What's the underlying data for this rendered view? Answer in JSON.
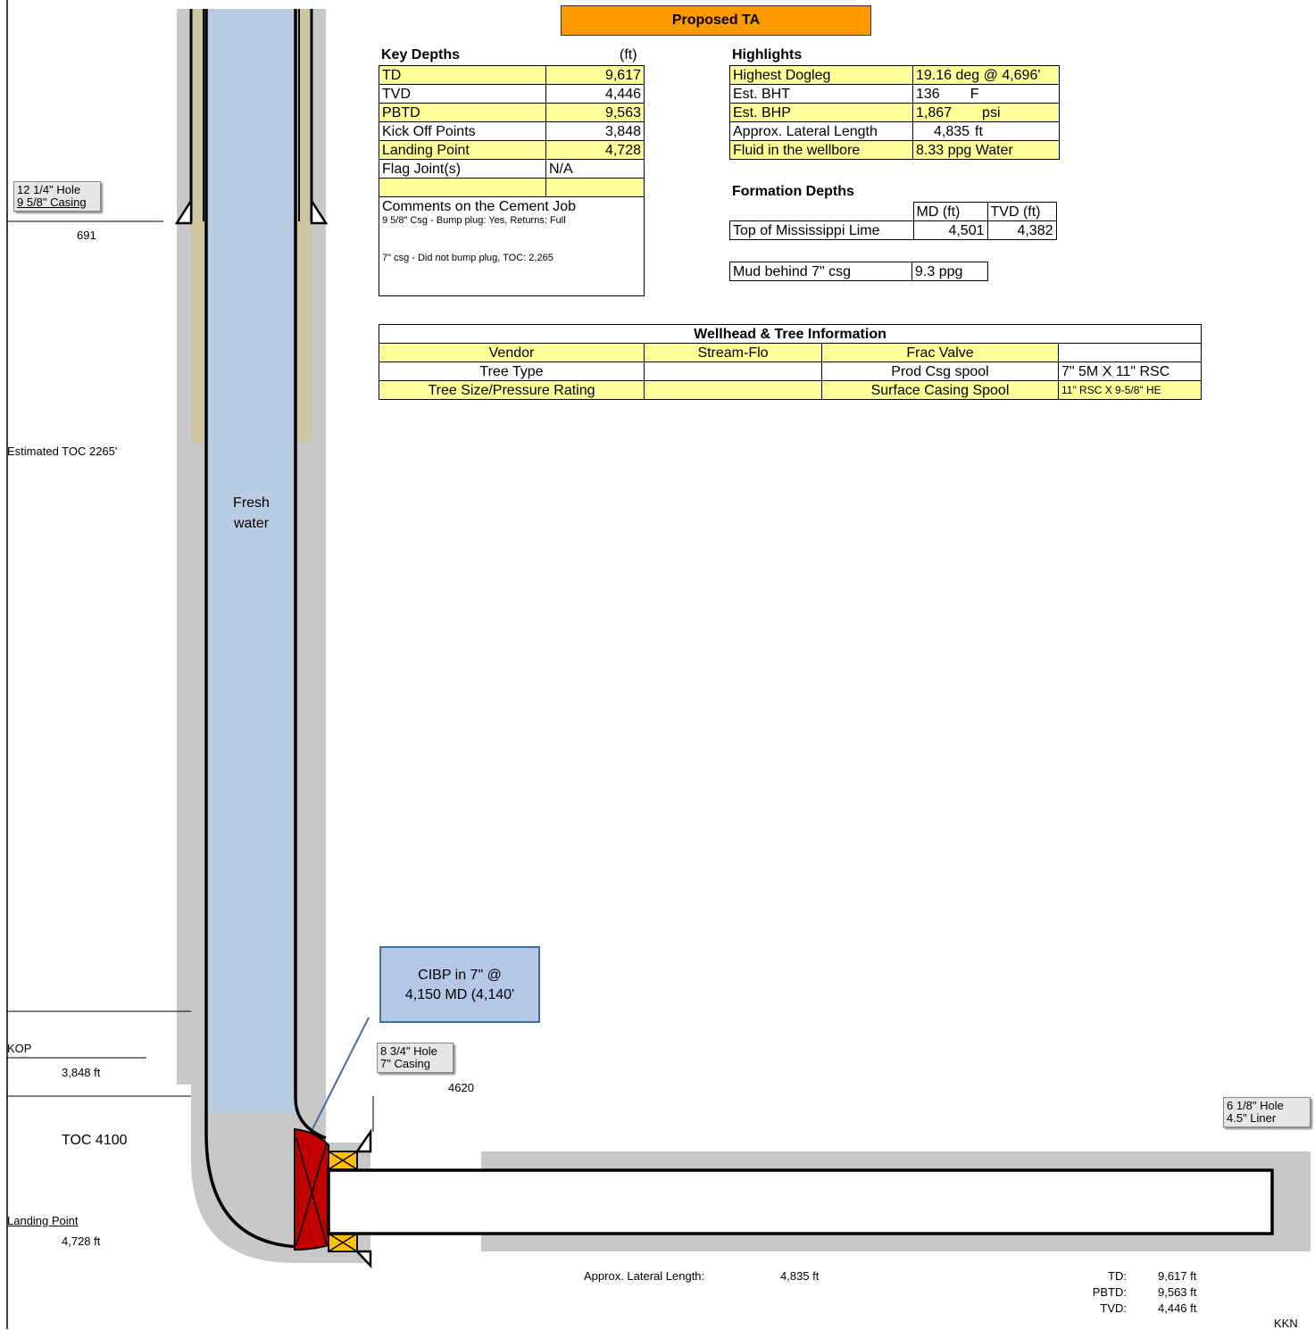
{
  "title": "Proposed TA",
  "key_depths": {
    "heading": "Key Depths",
    "unit": "(ft)",
    "rows": [
      {
        "label": "TD",
        "value": "9,617"
      },
      {
        "label": "TVD",
        "value": "4,446"
      },
      {
        "label": "PBTD",
        "value": "9,563"
      },
      {
        "label": "Kick Off Points",
        "value": "3,848"
      },
      {
        "label": "Landing Point",
        "value": "4,728"
      },
      {
        "label": "Flag Joint(s)",
        "value": "N/A"
      }
    ],
    "comments_heading": "Comments on the Cement Job",
    "comment_1": "9 5/8\" Csg - Bump plug: Yes, Returns: Full",
    "comment_2": "7\" csg - Did not bump plug, TOC: 2,265"
  },
  "highlights": {
    "heading": "Highlights",
    "rows": [
      {
        "label": "Highest Dogleg",
        "value": "19.16 deg @ 4,696'"
      },
      {
        "label": "Est. BHT",
        "value": "136",
        "unit": "F"
      },
      {
        "label": "Est. BHP",
        "value": "1,867",
        "unit": "psi"
      },
      {
        "label": "Approx. Lateral Length",
        "value": "4,835",
        "unit": "ft"
      },
      {
        "label": "Fluid in the wellbore",
        "value": "8.33 ppg Water"
      }
    ]
  },
  "formation_depths": {
    "heading": "Formation Depths",
    "col_md": "MD (ft)",
    "col_tvd": "TVD (ft)",
    "name": "Top of Mississippi Lime",
    "md": "4,501",
    "tvd": "4,382"
  },
  "mud": {
    "label": "Mud behind 7\" csg",
    "value": "9.3 ppg"
  },
  "wellhead": {
    "heading": "Wellhead & Tree Information",
    "r1": [
      "Vendor",
      "Stream-Flo",
      "Frac Valve",
      ""
    ],
    "r2": [
      "Tree Type",
      "",
      "Prod Csg spool",
      "7\" 5M X 11\" RSC"
    ],
    "r3": [
      "Tree Size/Pressure Rating",
      "",
      "Surface Casing Spool",
      "11\" RSC X 9-5/8\" HE"
    ]
  },
  "diagram": {
    "surface_tag_1": "12 1/4\" Hole",
    "surface_tag_2": "9 5/8\" Casing",
    "surface_depth": "691",
    "est_toc": "Estimated TOC  2265'",
    "fluid_1": "Fresh",
    "fluid_2": "water",
    "callout_1": "CIBP in 7\" @",
    "callout_2": "4,150 MD (4,140'",
    "inter_tag_1": "8 3/4\" Hole",
    "inter_tag_2": "7\" Casing",
    "inter_depth": "4620",
    "kop_label": "KOP",
    "kop_value": "3,848  ft",
    "toc2": "TOC  4100",
    "lp_label": "Landing Point",
    "lp_value": "4,728  ft",
    "liner_tag_1": "6 1/8\" Hole",
    "liner_tag_2": "4.5\" Liner",
    "lateral_label": "Approx. Lateral Length:",
    "lateral_value": "4,835  ft",
    "td_label": "TD:",
    "td_value": "9,617  ft",
    "pbtd_label": "PBTD:",
    "pbtd_value": "9,563  ft",
    "tvd_label": "TVD:",
    "tvd_value": "4,446  ft",
    "initials": "KKN"
  },
  "colors": {
    "fluid": "#b8cce4",
    "cement": "#c8c8c8",
    "surface_cement": "#cdc59f",
    "plug": "#c00000",
    "title": "#ff9900",
    "highlight": "#ffff99",
    "packer": "#ffc000"
  }
}
